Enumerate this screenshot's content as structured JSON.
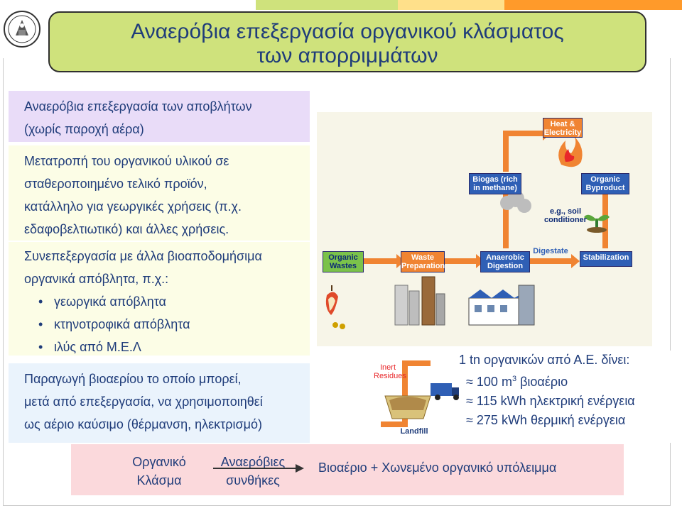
{
  "title": {
    "line1": "Αναερόβια επεξεργασία οργανικού κλάσματος",
    "line2": "των απορριμμάτων"
  },
  "panel1": {
    "line1": "Αναερόβια επεξεργασία των αποβλήτων",
    "line2": "(χωρίς παροχή αέρα)"
  },
  "panel2": {
    "line1": "Μετατροπή του οργανικού υλικού σε",
    "line2": "σταθεροποιημένο τελικό προϊόν,",
    "line3": "κατάλληλο για γεωργικές χρήσεις (π.χ.",
    "line4": "εδαφοβελτιωτικό) και άλλες χρήσεις."
  },
  "panel3": {
    "line1": "Συνεπεξεργασία με άλλα βιοαποδομήσιμα",
    "line2": "οργανικά απόβλητα, π.χ.:",
    "items": [
      "γεωργικά απόβλητα",
      "κτηνοτροφικά απόβλητα",
      "ιλύς από Μ.Ε.Λ"
    ]
  },
  "panel4": {
    "line1": "Παραγωγή βιοαερίου το οποίο μπορεί,",
    "line2": "μετά από επεξεργασία, να χρησιμοποιηθεί",
    "line3": "ως αέριο καύσιμο (θέρμανση, ηλεκτρισμό)"
  },
  "diagram": {
    "heat_electricity": "Heat & Electricity",
    "biogas": "Biogas (rich in methane)",
    "organic_byproduct": "Organic Byproduct",
    "soil_conditioner": "e.g., soil conditioner",
    "organic_wastes": "Organic Wastes",
    "waste_preparation": "Waste Preparation",
    "anaerobic_digestion": "Anaerobic Digestion",
    "digestate": "Digestate",
    "stabilization": "Stabilization",
    "inert_residues": "Inert Residues",
    "landfill": "Landfill"
  },
  "stats": {
    "header": "1 tn οργανικών από Α.Ε. δίνει:",
    "approx": "≈",
    "row1_value": "100 m",
    "row1_sup": "3",
    "row1_text": " βιοαέριο",
    "row2": "115 kWh ηλεκτρική ενέργεια",
    "row3": "275 kWh θερμική ενέργεια"
  },
  "bottom": {
    "organic_l1": "Οργανικό",
    "organic_l2": "Κλάσμα",
    "anaerobic_l1": "Αναερόβιες",
    "anaerobic_l2": "συνθήκες",
    "result": "Βιοαέριο + Χωνεμένο οργανικό υπόλειμμα"
  },
  "colors": {
    "title_bg": "#cfe27c",
    "text": "#1f3c7a",
    "panel1_bg": "#e9dcf8",
    "panel2_bg": "#fcfde6",
    "panel4_bg": "#eaf3fc",
    "bottom_bg": "#fbd9dc",
    "box_blue": "#2f5fb5",
    "box_green": "#7bc24a",
    "box_orange": "#f08432"
  },
  "icons": [
    "university-seal-logo",
    "apple-core-icon",
    "flame-icon",
    "plant-sprout-icon",
    "storage-tank-icon",
    "factory-icon",
    "garbage-truck-icon",
    "landfill-pit-icon",
    "arrow-right-icon"
  ]
}
